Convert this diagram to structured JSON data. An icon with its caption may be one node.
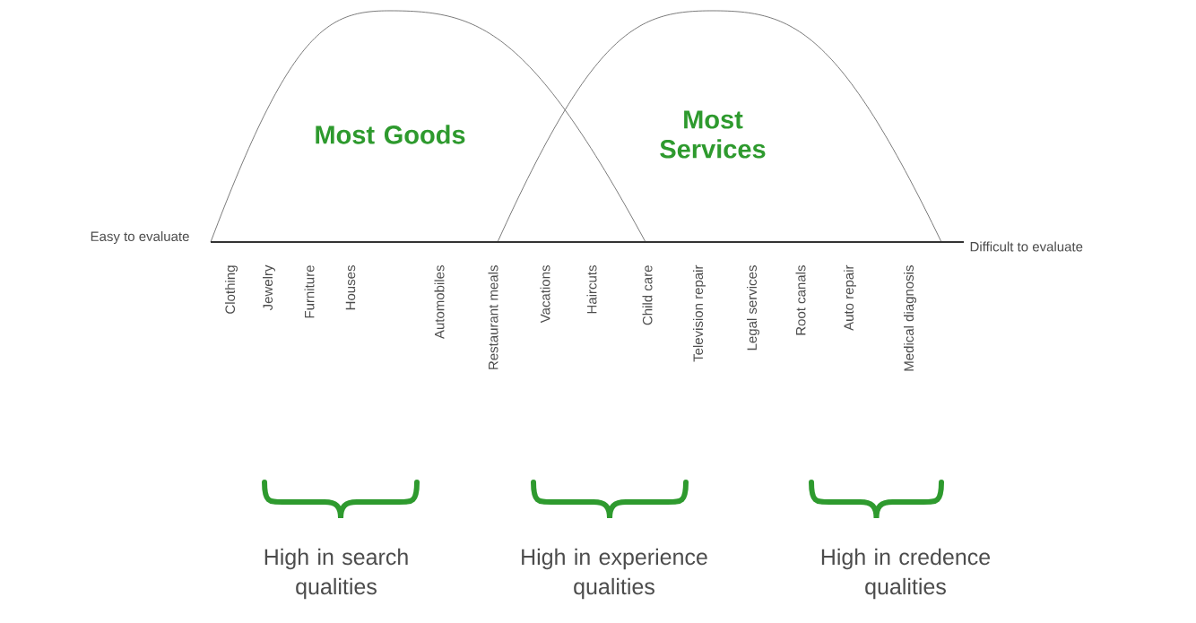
{
  "diagram": {
    "nodes": [
      {
        "text": [
          "Most Goods"
        ]
      },
      {
        "text": [
          "Most Services"
        ]
      }
    ],
    "labels": [
      "Easy to evaluate",
      "Difficult to evaluate",
      "Clothing",
      "Jewelry",
      "Furniture",
      "Houses",
      "Automobiles",
      "Restaurant meals",
      "Vacations",
      "Haircuts",
      "Child care",
      "Television repair",
      "Legal services",
      "Root canals",
      "Auto repair",
      "Medical diagnosis",
      "High in search qualities",
      "High in experience qualities",
      "High in credence qualities"
    ]
  }
}
